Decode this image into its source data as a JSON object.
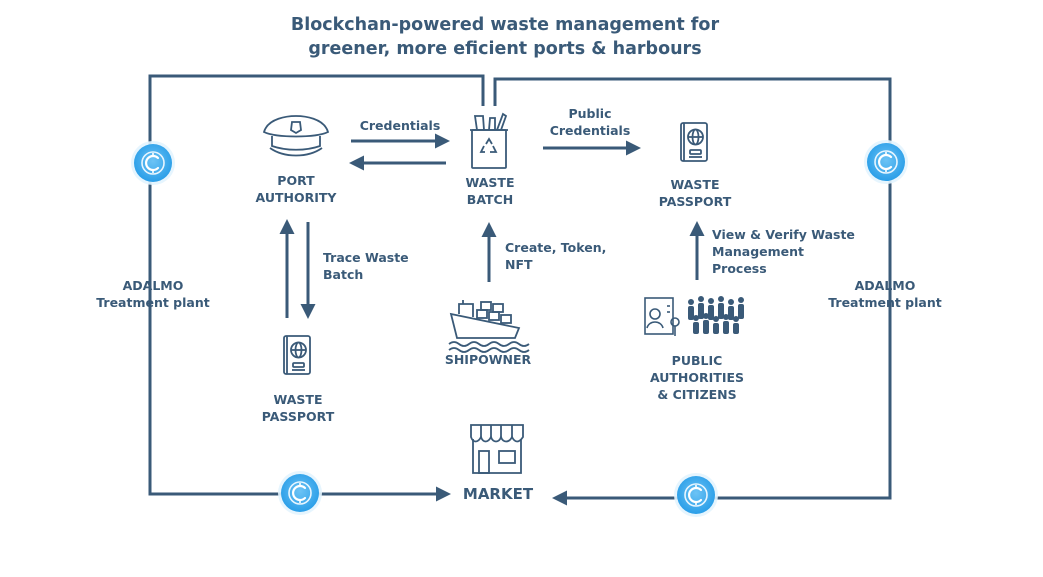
{
  "title": {
    "line1": "Blockchan-powered waste management for",
    "line2": "greener, more eficient ports & harbours"
  },
  "colors": {
    "primary": "#3a5a78",
    "coin": "#2a9ee8",
    "coin_light": "#6cc3f5",
    "background": "#ffffff"
  },
  "nodes": {
    "port_authority": {
      "line1": "PORT",
      "line2": "AUTHORITY",
      "icon": "captain-hat-icon"
    },
    "waste_batch": {
      "line1": "WASTE",
      "line2": "BATCH",
      "icon": "recycle-bin-icon"
    },
    "waste_passport_top": {
      "line1": "WASTE",
      "line2": "PASSPORT",
      "icon": "passport-icon"
    },
    "waste_passport_bottom": {
      "line1": "WASTE",
      "line2": "PASSPORT",
      "icon": "passport-icon"
    },
    "shipowner": {
      "line1": "SHIPOWNER",
      "icon": "ship-icon"
    },
    "public": {
      "line1": "PUBLIC",
      "line2": "AUTHORITIES",
      "line3": "& CITIZENS",
      "icon": "crowd-icon"
    },
    "market": {
      "line1": "MARKET",
      "icon": "market-stall-icon"
    },
    "adalmo_left": {
      "line1": "ADALMO",
      "line2": "Treatment plant"
    },
    "adalmo_right": {
      "line1": "ADALMO",
      "line2": "Treatment plant"
    }
  },
  "edges": {
    "credentials": {
      "line1": "Credentials"
    },
    "public_credentials": {
      "line1": "Public",
      "line2": "Credentials"
    },
    "trace": {
      "line1": "Trace Waste",
      "line2": "Batch"
    },
    "create": {
      "line1": "Create, Token,",
      "line2": "NFT"
    },
    "verify": {
      "line1": "View & Verify Waste",
      "line2": "Management",
      "line3": "Process"
    }
  },
  "coins": {
    "icon": "crypto-coin-icon",
    "count": 4
  }
}
